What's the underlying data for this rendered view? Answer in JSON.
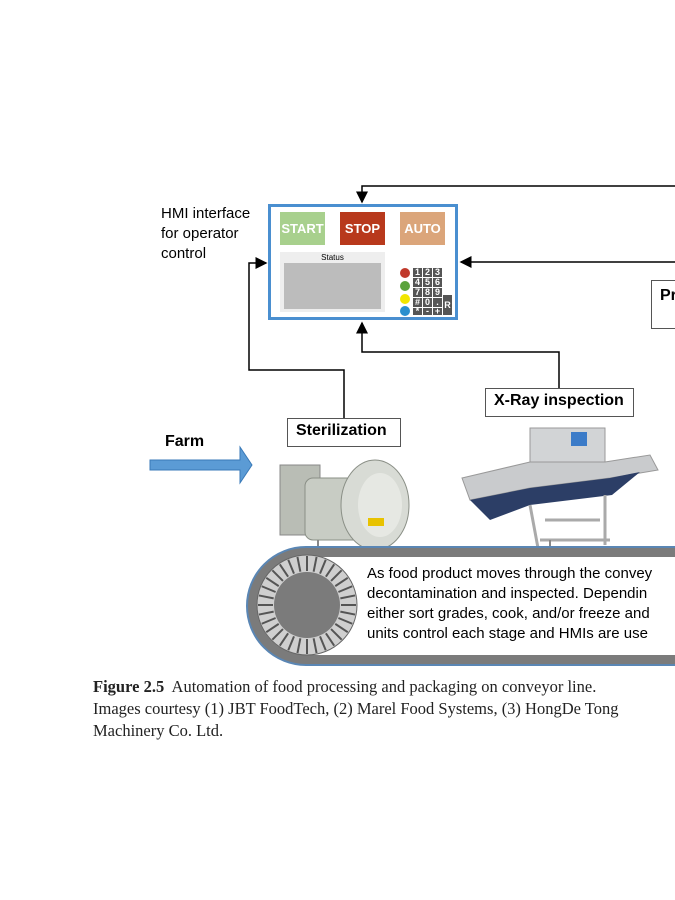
{
  "hmi": {
    "label_lines": [
      "HMI interface",
      "for operator",
      "control"
    ],
    "buttons": {
      "start": "START",
      "stop": "STOP",
      "auto": "AUTO"
    },
    "status_label": "Status",
    "keypad": [
      "1",
      "2",
      "3",
      "4",
      "5",
      "6",
      "7",
      "8",
      "9",
      "#",
      "0",
      ".",
      "*",
      "-",
      "+",
      "R"
    ],
    "indicator_colors": [
      "#c0392b",
      "#5aa33c",
      "#f2e600",
      "#2a8fce"
    ],
    "colors": {
      "start": "#a8d08d",
      "stop": "#b8391c",
      "auto": "#dba57a",
      "frame": "#4a8fd0"
    }
  },
  "stages": {
    "farm": "Farm",
    "sterilization": "Sterilization",
    "xray": "X-Ray inspection",
    "cut_box": "Pr"
  },
  "conveyor_text": [
    "As food product moves through the convey",
    "decontamination and inspected. Dependin",
    "either sort grades, cook, and/or freeze and",
    "units control each stage and HMIs are use"
  ],
  "caption": {
    "figure_number": "Figure 2.5",
    "line1": "Automation of food processing and packaging on conveyor line.",
    "line2": "Images courtesy (1) JBT FoodTech, (2) Marel Food Systems, (3) HongDe Tong",
    "line3": "Machinery Co. Ltd."
  }
}
